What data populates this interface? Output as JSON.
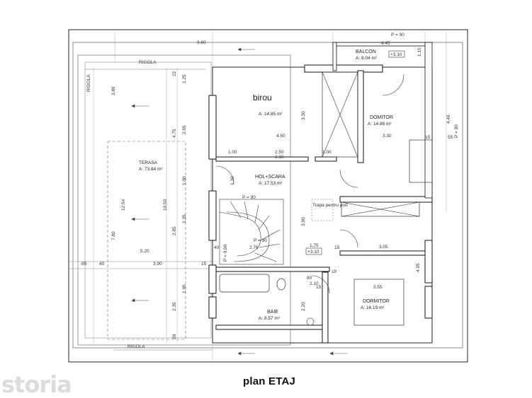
{
  "caption": "plan ETAJ",
  "watermark": "storia",
  "rooms": [
    {
      "id": "birou",
      "name": "birou",
      "area": "A: 14.85 m²"
    },
    {
      "id": "balcon",
      "name": "BALCON",
      "area": "A: 8.04 m²"
    },
    {
      "id": "dormitor1",
      "name": "DOMITOR",
      "area": "A: 14.86 m²"
    },
    {
      "id": "terasa",
      "name": "TERASA",
      "area": "A: 73.84 m²"
    },
    {
      "id": "hol",
      "name": "HOL+SCARA",
      "area": "A: 17.53 m²"
    },
    {
      "id": "baie",
      "name": "BAIE",
      "area": "A: 8.57 m²"
    },
    {
      "id": "dormitor2",
      "name": "DORMITOR",
      "area": "A: 16.19 m²"
    }
  ],
  "annotations": {
    "level1": "+3.10",
    "level2": "+3.10",
    "rigola_top": "RIGOLA",
    "rigola_bottom": "RIGOLA",
    "rigola_left": "RIGOLA",
    "p90_top": "P = 90",
    "p90_right": "P = 90",
    "p90_stair_top": "P = 90",
    "p90_stair": "P = 90",
    "p90_left": "P = 0,90",
    "trapa": "Trapa pentru pod"
  },
  "dimensions": {
    "d_980": "9.80",
    "d_445": "4.45",
    "d_450": "4.50",
    "d_330_a": "3.30",
    "d_100_a": "1.00",
    "d_250": "2.50",
    "d_210_a": "2.10",
    "d_100_b": "1.00",
    "d_520": "5.20",
    "d_390_a": "3.90",
    "d_175": "1.75",
    "d_305": "3.05",
    "d_355": "3.55",
    "d_85": "85",
    "d_40_a": "40",
    "d_40_b": "40",
    "d_15_a": "15",
    "d_15_b": "15",
    "d_15_c": "15",
    "d_15_d": "15",
    "d_55": "55",
    "d_80": "80",
    "d_210_b": "2.10",
    "d_1254": "12.54",
    "d_1050": "10.50",
    "d_780": "7.80",
    "d_389": "3.89",
    "d_475": "4.75",
    "d_265": "2.65",
    "d_135": "1.35",
    "d_285": "2.85",
    "d_195": "1.95",
    "d_235": "2.35",
    "d_125": "1.25",
    "d_22": "22",
    "d_28": "28",
    "d_100_c": "1.00",
    "d_130": "1.30",
    "d_390_b": "3.90",
    "d_330_b": "3.30",
    "d_446": "4.46",
    "d_220": "2.20",
    "d_495": "4.95",
    "d_276": "2.76",
    "d_115": "1.15",
    "d_10": "10"
  }
}
